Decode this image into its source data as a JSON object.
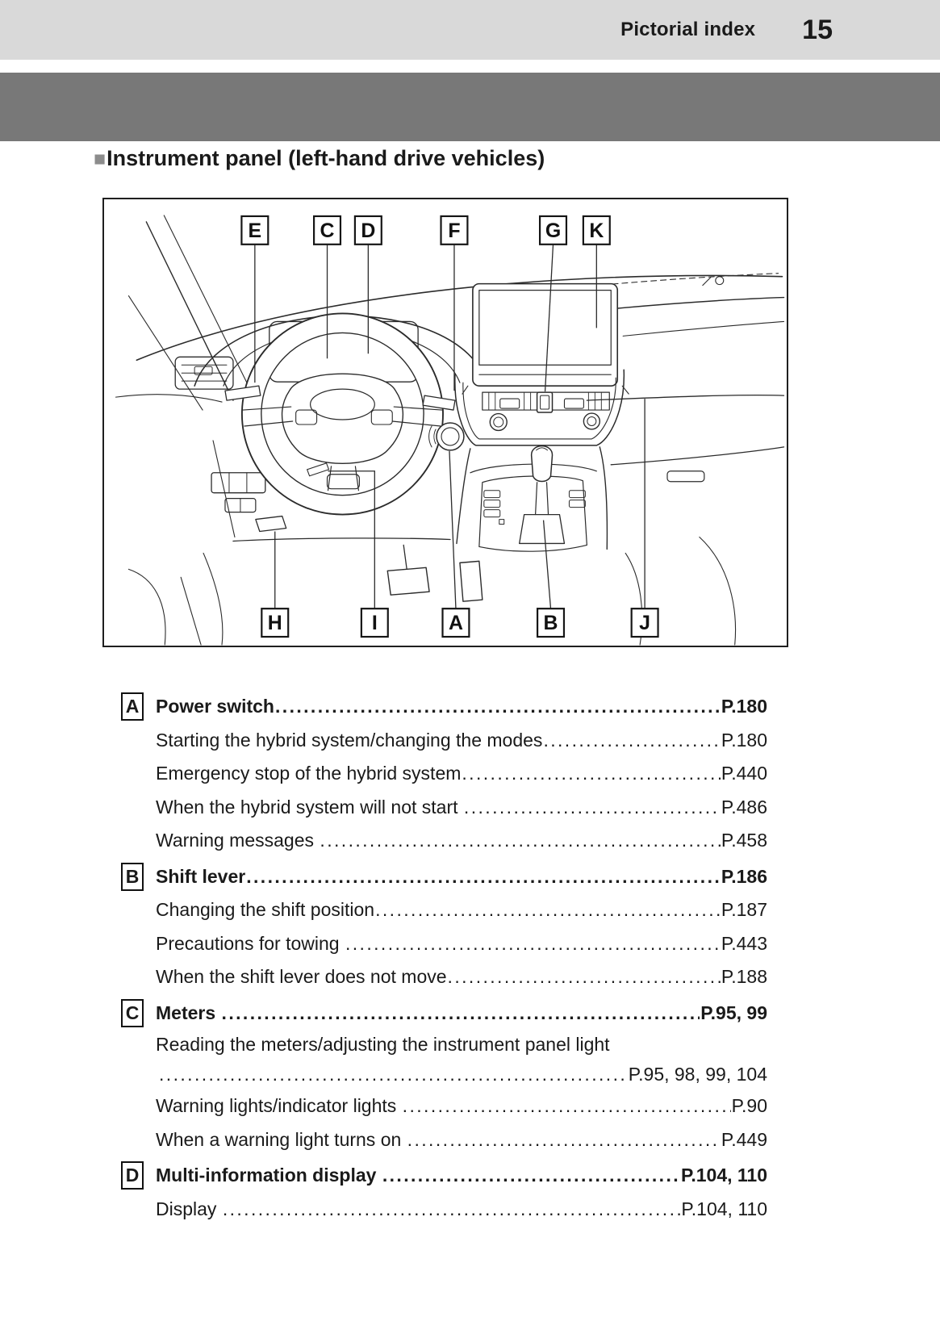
{
  "header": {
    "title": "Pictorial index",
    "page_number": "15"
  },
  "section": {
    "bullet": "■",
    "heading": "Instrument panel (left-hand drive vehicles)"
  },
  "colors": {
    "top_bar": "#d9d9d9",
    "band": "#787878",
    "ink": "#1a1a1a"
  },
  "diagram": {
    "top_labels": [
      "E",
      "C",
      "D",
      "F",
      "G",
      "K"
    ],
    "bottom_labels": [
      "H",
      "I",
      "A",
      "B",
      "J"
    ]
  },
  "index": {
    "rows": [
      {
        "type": "section",
        "letter": "A",
        "title": "Power switch",
        "pages": "P.180"
      },
      {
        "type": "sub",
        "title": "Starting the hybrid system/changing the modes",
        "pages": "P.180"
      },
      {
        "type": "sub",
        "title": "Emergency stop of the hybrid system",
        "pages": "P.440"
      },
      {
        "type": "sub",
        "title": "When the hybrid system will not start ",
        "pages": "P.486"
      },
      {
        "type": "sub",
        "title": "Warning messages ",
        "pages": "P.458"
      },
      {
        "type": "section",
        "letter": "B",
        "title": "Shift lever",
        "pages": "P.186"
      },
      {
        "type": "sub",
        "title": "Changing the shift position",
        "pages": "P.187"
      },
      {
        "type": "sub",
        "title": "Precautions for towing ",
        "pages": "P.443"
      },
      {
        "type": "sub",
        "title": "When the shift lever does not move",
        "pages": "P.188"
      },
      {
        "type": "section",
        "letter": "C",
        "title": "Meters ",
        "pages": "P.95, 99"
      },
      {
        "type": "sub2a",
        "title": "Reading the meters/adjusting the instrument panel light",
        "pages": ""
      },
      {
        "type": "sub2b",
        "title": "",
        "pages": "P.95, 98, 99, 104"
      },
      {
        "type": "sub",
        "title": "Warning lights/indicator lights ",
        "pages": "P.90"
      },
      {
        "type": "sub",
        "title": "When a warning light turns on ",
        "pages": "P.449"
      },
      {
        "type": "section",
        "letter": "D",
        "title": "Multi-information display ",
        "pages": "P.104, 110"
      },
      {
        "type": "sub",
        "title": "Display ",
        "pages": "P.104, 110"
      }
    ]
  }
}
